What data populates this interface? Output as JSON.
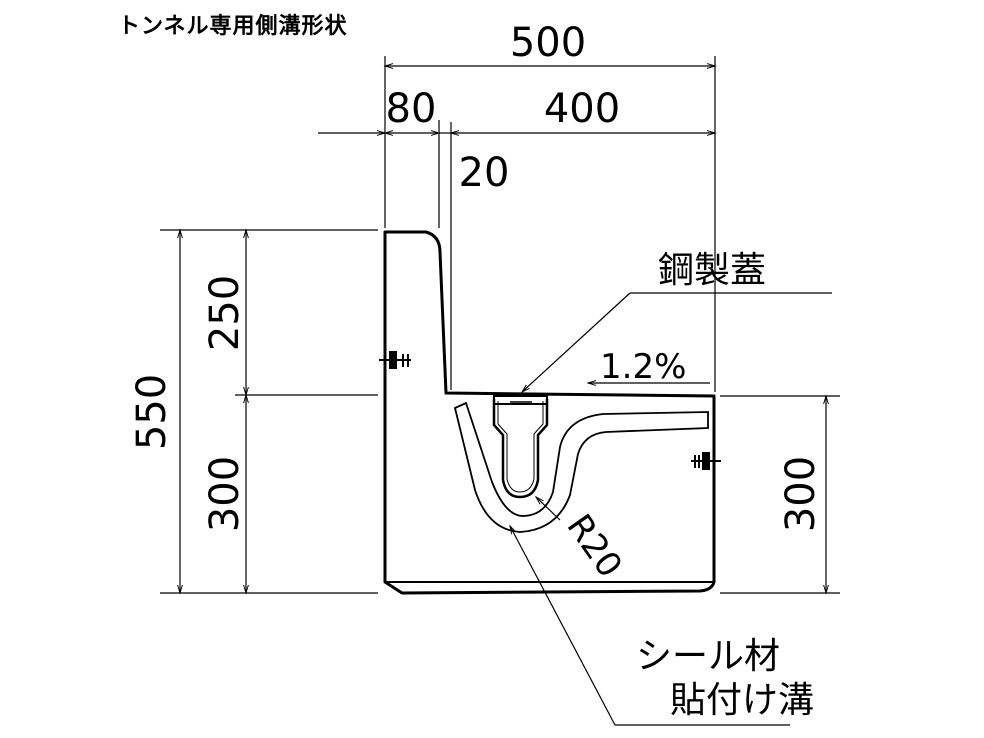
{
  "title": "トンネル専用側溝形状",
  "dimensions": {
    "total_width": "500",
    "left_wall_width": "80",
    "channel_width": "400",
    "gap_width": "20",
    "total_height": "550",
    "upper_height": "250",
    "lower_height_left": "300",
    "lower_height_right": "300",
    "radius": "R20",
    "slope": "1.2%"
  },
  "labels": {
    "cover": "鋼製蓋",
    "seal_line1": "シール材",
    "seal_line2": "貼付け溝"
  }
}
